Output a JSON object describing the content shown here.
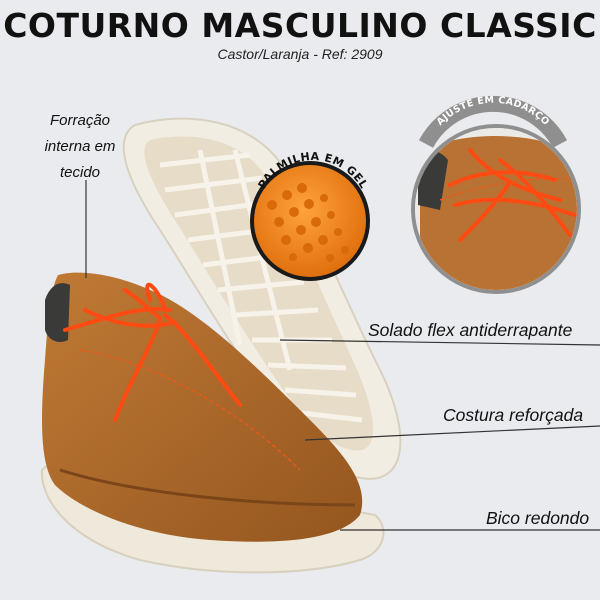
{
  "header": {
    "title": "COTURNO MASCULINO CLASSIC",
    "subtitle": "Castor/Laranja - Ref: 2909"
  },
  "callouts": {
    "forracao": [
      "Forração",
      "interna em",
      "tecido"
    ],
    "palmilha": "PALMILHA EM GEL",
    "ajuste": "AJUSTE EM CADARÇO",
    "solado": "Solado flex antiderrapante",
    "costura": "Costura reforçada",
    "bico": "Bico redondo"
  },
  "colors": {
    "leather": "#b06a2a",
    "laces": "#ff4a12",
    "sole": "#ece6d8",
    "gel": "#f28a1c"
  }
}
